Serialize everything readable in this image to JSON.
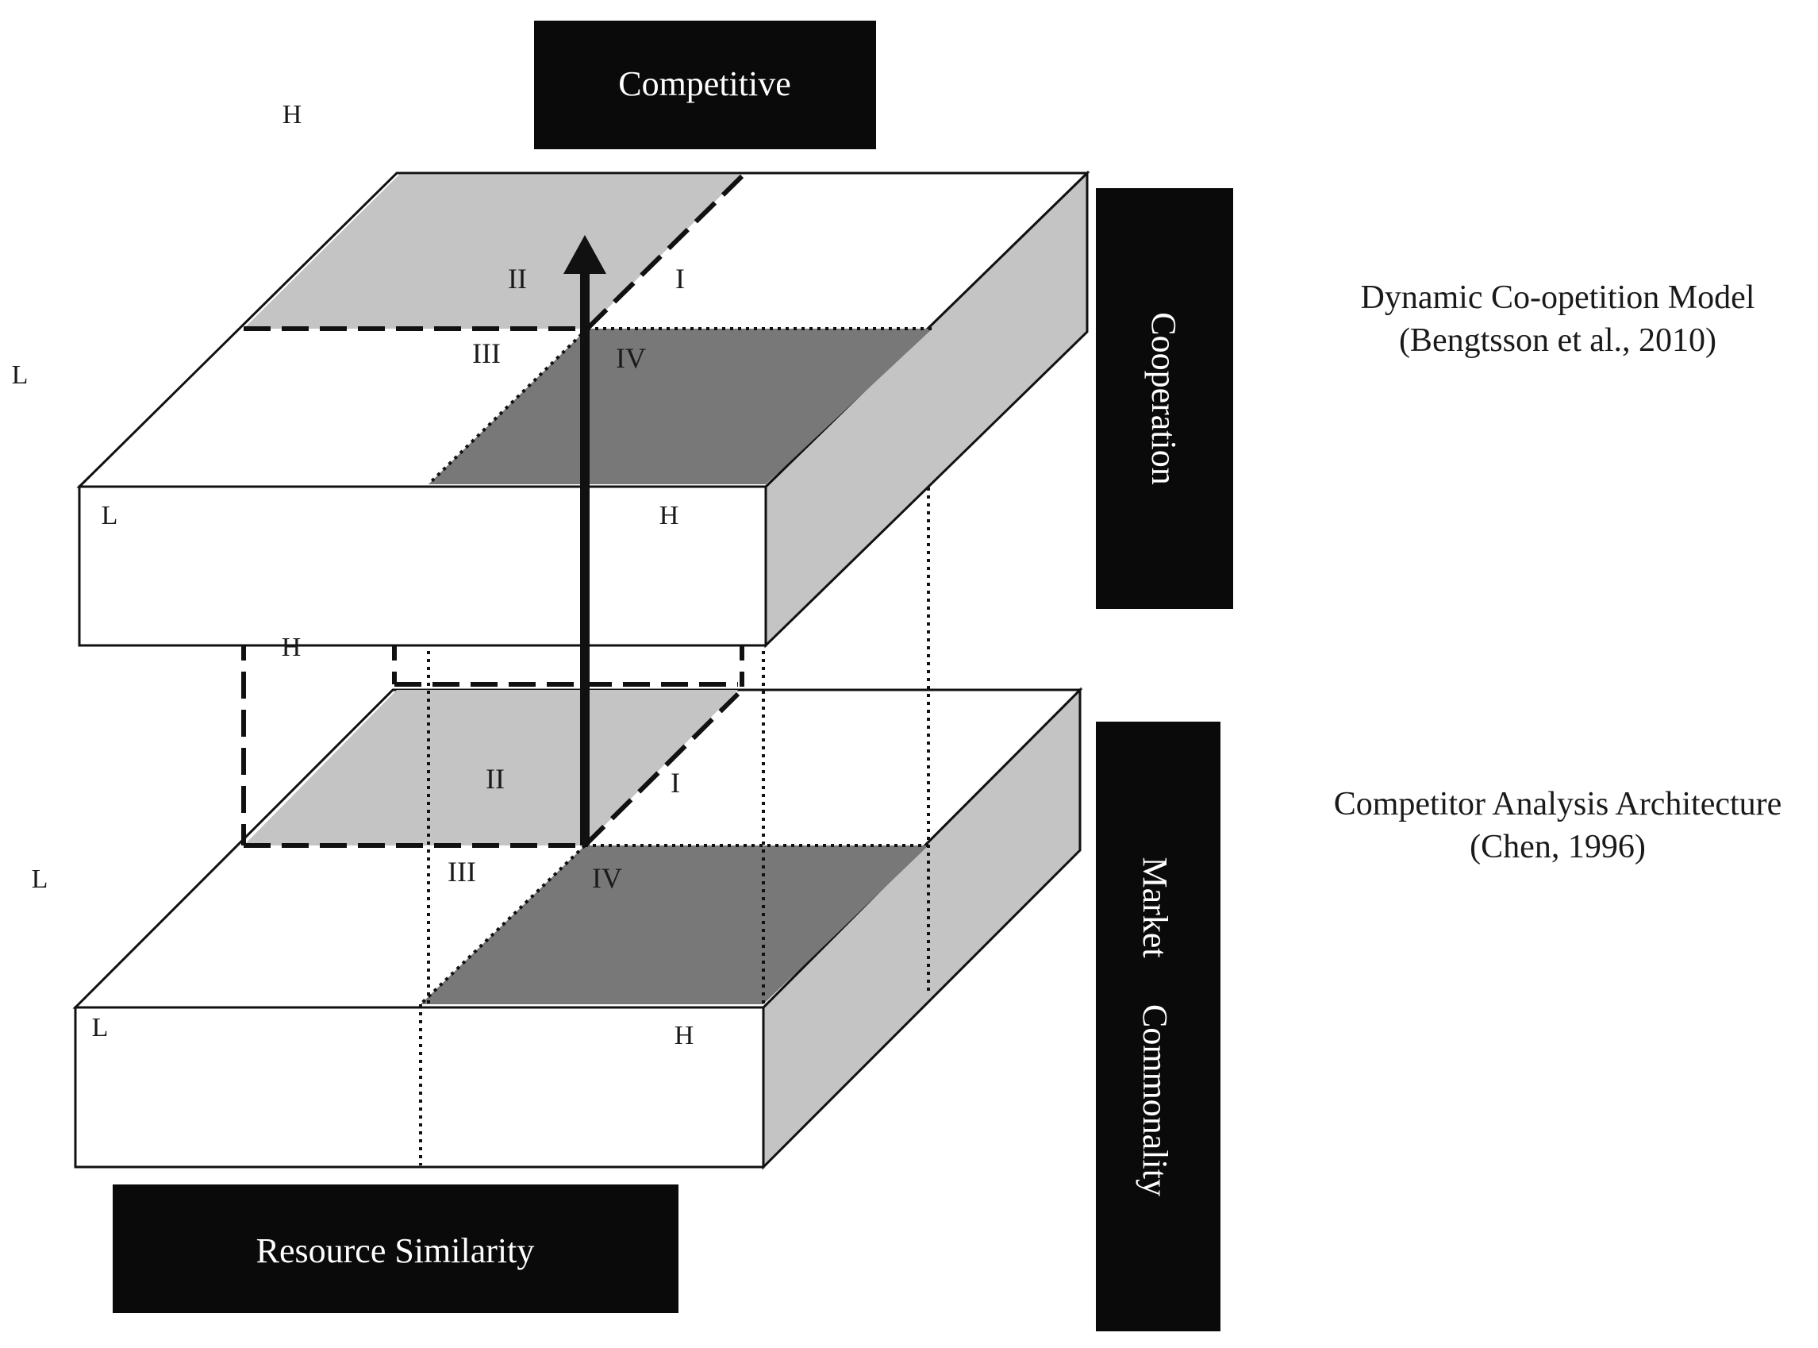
{
  "axes": {
    "competitive": "Competitive",
    "cooperation": "Cooperation",
    "resource_similarity": "Resource Similarity",
    "market": "Market",
    "commonality": "Commonality"
  },
  "upper_box": {
    "annotation_line1": "Dynamic Co-opetition Model",
    "annotation_line2": "(Bengtsson et al., 2010)",
    "quadrants": [
      "I",
      "II",
      "III",
      "IV"
    ],
    "level_labels": {
      "outside_high": "H",
      "outside_low": "L",
      "front_low": "L",
      "front_high": "H",
      "below_high": "H"
    }
  },
  "lower_box": {
    "annotation_line1": "Competitor Analysis Architecture",
    "annotation_line2": "(Chen, 1996)",
    "quadrants": [
      "I",
      "II",
      "III",
      "IV"
    ],
    "level_labels": {
      "outside_low": "L",
      "front_low": "L",
      "front_high": "H"
    }
  },
  "colors": {
    "light_gray": "#c4c4c4",
    "dark_gray": "#787878",
    "label_bg": "#0a0a0a",
    "line": "#111111"
  }
}
